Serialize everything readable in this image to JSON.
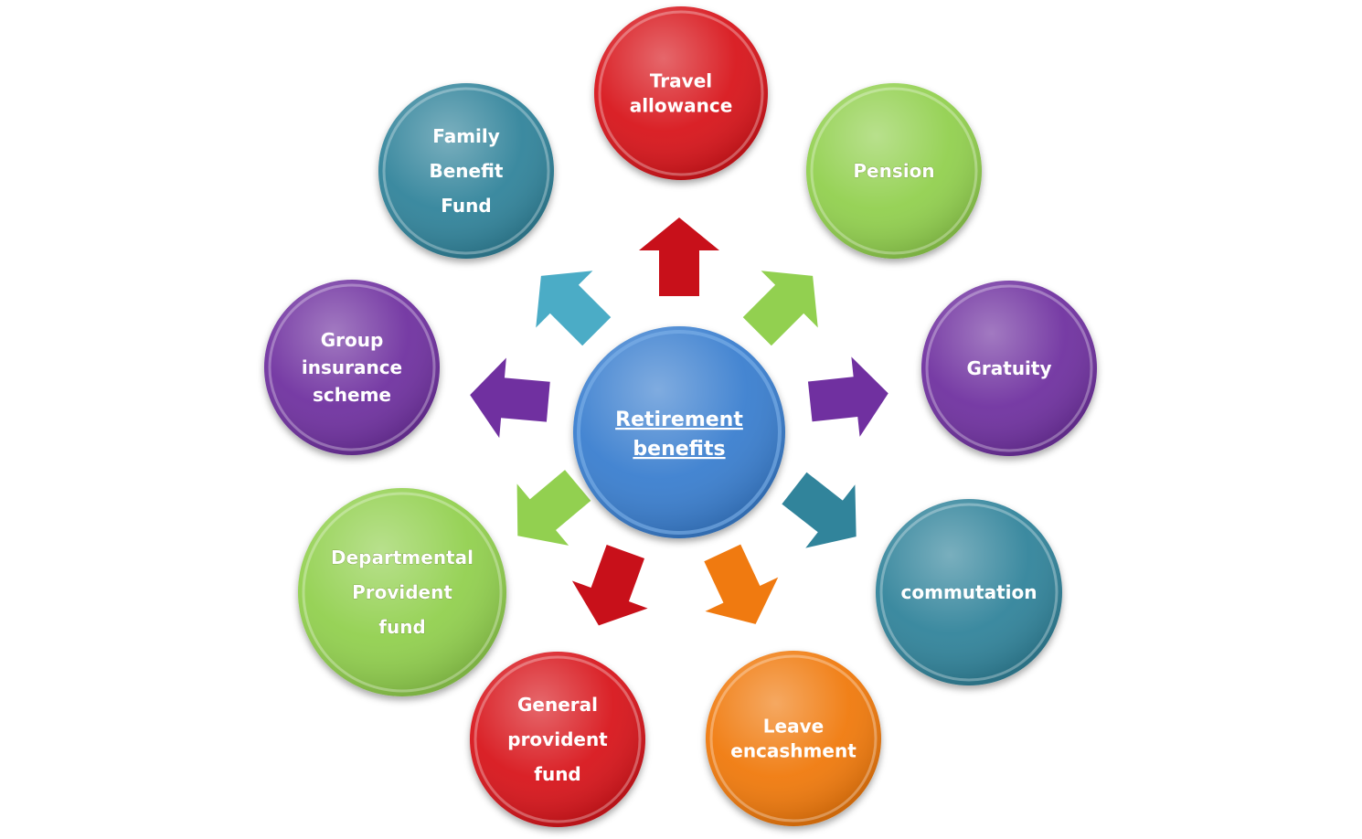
{
  "center": {
    "line1": "Retirement",
    "line2": "benefits"
  },
  "nodes": [
    {
      "id": "travel-allowance",
      "lines": [
        "Travel",
        "allowance"
      ],
      "color": "#d8141c"
    },
    {
      "id": "pension",
      "lines": [
        "Pension"
      ],
      "color": "#92d050"
    },
    {
      "id": "gratuity",
      "lines": [
        "Gratuity"
      ],
      "color": "#7030a0"
    },
    {
      "id": "commutation",
      "lines": [
        "commutation"
      ],
      "color": "#31849b"
    },
    {
      "id": "leave-encashment",
      "lines": [
        "Leave",
        "encashment"
      ],
      "color": "#f07a10"
    },
    {
      "id": "general-provident-fund",
      "lines": [
        "General",
        "provident",
        "fund"
      ],
      "color": "#d8141c"
    },
    {
      "id": "departmental-provident-fund",
      "lines": [
        "Departmental",
        "Provident",
        "fund"
      ],
      "color": "#92d050"
    },
    {
      "id": "group-insurance-scheme",
      "lines": [
        "Group",
        "insurance",
        "scheme"
      ],
      "color": "#7030a0"
    },
    {
      "id": "family-benefit-fund",
      "lines": [
        "Family",
        "Benefit",
        "Fund"
      ],
      "color": "#31849b"
    }
  ],
  "arrow_colors": {
    "travel-allowance": "#c8101a",
    "pension": "#92d050",
    "gratuity": "#7030a0",
    "commutation": "#31849b",
    "leave-encashment": "#f07a10",
    "general-provident-fund": "#c8101a",
    "departmental-provident-fund": "#92d050",
    "group-insurance-scheme": "#7030a0",
    "family-benefit-fund": "#4bacc6"
  },
  "center_color": "#3a7fcf"
}
